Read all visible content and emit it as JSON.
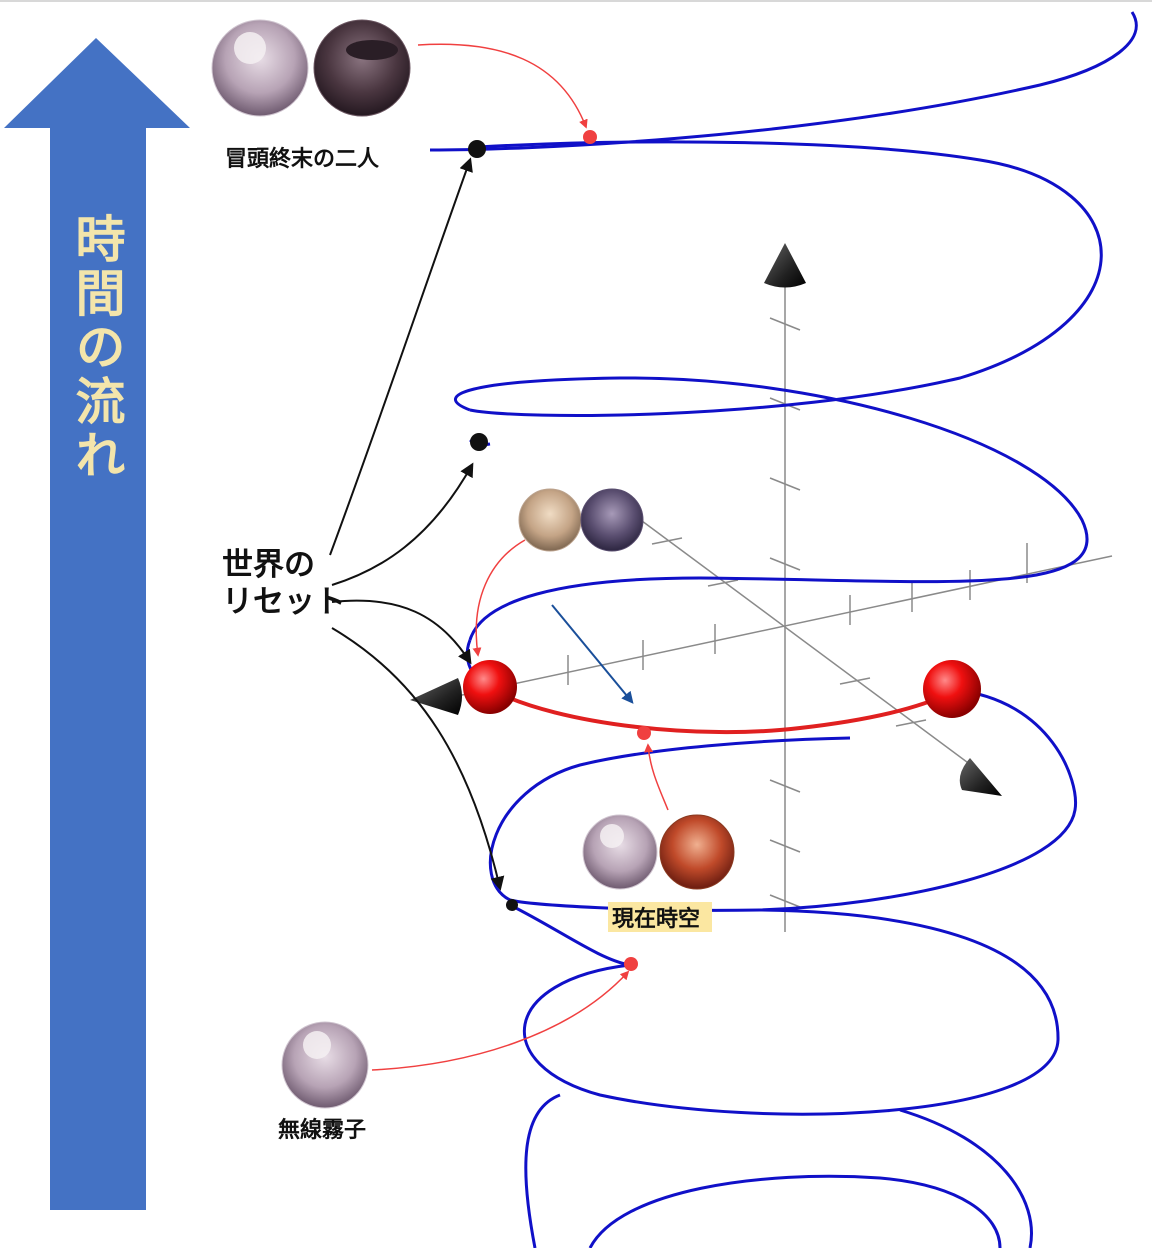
{
  "time_flow": {
    "label": "時間の流れ",
    "arrow_color": "#4472C4",
    "text_color": "#F3E5AB"
  },
  "labels": {
    "opening_pair": "冒頭終末の二人",
    "reset_line1": "世界の",
    "reset_line2": "リセット",
    "current_spacetime": "現在時空",
    "muxian_kiriko": "無線霧子"
  },
  "colors": {
    "helix": "#1010C8",
    "current_ring": "#E02020",
    "marker_red": "#F04040",
    "reset_arrow": "#111111",
    "axis": "#888888",
    "highlight": "#FBE7A1"
  },
  "avatars": {
    "opening_pair": [
      "silver-hair-girl-avatar",
      "dark-hat-girl-avatar"
    ],
    "top_middle_pair": [
      "light-brown-hair-avatar",
      "purple-hair-avatar"
    ],
    "current_pair": [
      "silver-hair-girl-avatar",
      "red-hair-avatar"
    ],
    "muxian_kiriko": [
      "silver-hair-girl-avatar"
    ]
  }
}
